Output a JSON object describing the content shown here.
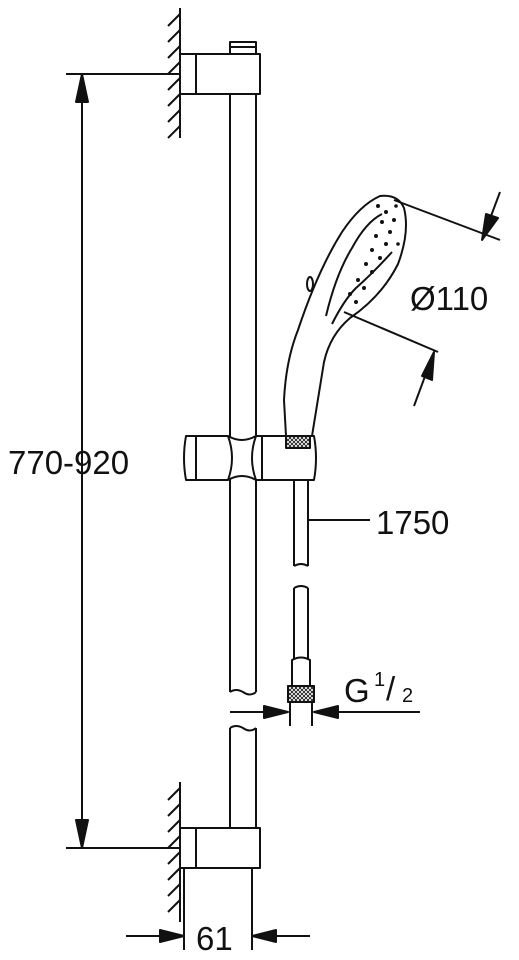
{
  "dimensions": {
    "height_range": "770-920",
    "hose_length": "1750",
    "head_diameter": "Ø110",
    "thread": "G",
    "thread_numerator": "1",
    "thread_slash": "/",
    "thread_denominator": "2",
    "wall_offset": "61"
  },
  "colors": {
    "line": "#111111",
    "background": "#ffffff"
  }
}
